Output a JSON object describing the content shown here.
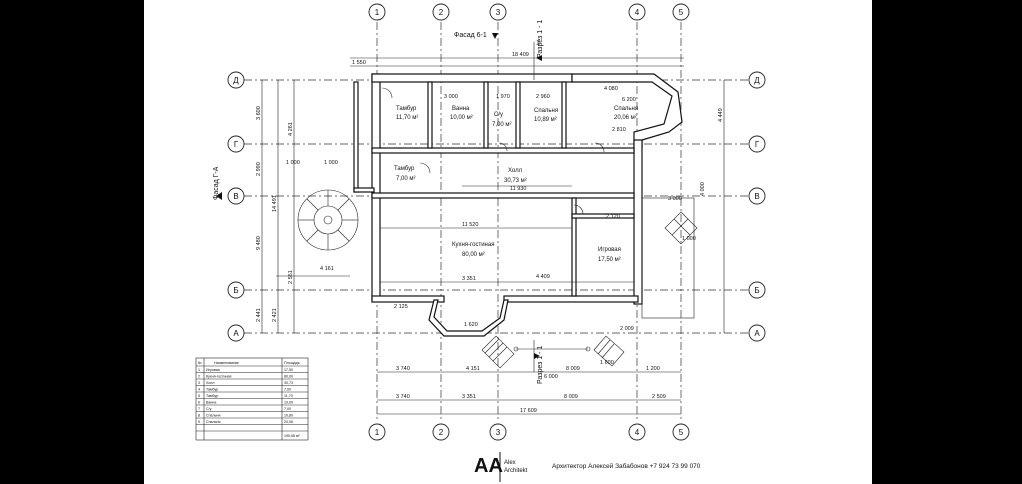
{
  "grid": {
    "columns": [
      "1",
      "2",
      "3",
      "4",
      "5"
    ],
    "rows": [
      "Д",
      "Г",
      "В",
      "Б",
      "А"
    ]
  },
  "labels": {
    "facade_top": "Фасад 6-1",
    "facade_left": "Фасад Г-А",
    "section_top": "Разрез 1 - 1",
    "section_bottom": "Разрез 1 - 1",
    "section_num": "1"
  },
  "rooms": [
    {
      "name": "Тамбур",
      "area": "11,70 м²"
    },
    {
      "name": "Ванна",
      "area": "10,00 м²"
    },
    {
      "name": "С/у",
      "area": "7,00 м²"
    },
    {
      "name": "Спальня",
      "area": "10,89 м²"
    },
    {
      "name": "Спальня",
      "area": "20,06 м²"
    },
    {
      "name": "Тамбур",
      "area": "7,00 м²"
    },
    {
      "name": "Холл",
      "area": "30,73 м²"
    },
    {
      "name": "Кухня-гостиная",
      "area": "80,00 м²"
    },
    {
      "name": "Игровая",
      "area": "17,50 м²"
    }
  ],
  "dims_top": [
    "1 550",
    "18 409",
    "3 000",
    "1 970",
    "2 960",
    "4 080",
    "6 200",
    "2 810"
  ],
  "dims_bottom": [
    "3 740",
    "4 151",
    "8 009",
    "1 200",
    "6 000",
    "3 740",
    "3 351",
    "8 009",
    "2 509",
    "17 609"
  ],
  "dims_left": [
    "3 600",
    "4 261",
    "2 990",
    "14 491",
    "9 480",
    "2 441",
    "2 421",
    "1 000",
    "1 000",
    "4 161",
    "2 551"
  ],
  "dims_inner": [
    "11 520",
    "11 930",
    "3 351",
    "4 409",
    "2 125",
    "1 620",
    "3 000",
    "2 120",
    "2 009",
    "1 600",
    "1 000",
    "4 449",
    "4 000"
  ],
  "legend": {
    "headers": [
      "№",
      "Наименование",
      "Площадь"
    ],
    "rows": [
      [
        "1",
        "Игровая",
        "17,50"
      ],
      [
        "2",
        "Кухня-гостиная",
        "80,00"
      ],
      [
        "3",
        "Холл",
        "30,73"
      ],
      [
        "4",
        "Тамбур",
        "7,00"
      ],
      [
        "5",
        "Тамбур",
        "11,70"
      ],
      [
        "6",
        "Ванна",
        "10,00"
      ],
      [
        "7",
        "С/у",
        "7,00"
      ],
      [
        "8",
        "Спальня",
        "10,89"
      ],
      [
        "9",
        "Спальня",
        "20,06"
      ]
    ],
    "total": "195,58 м²"
  },
  "logo": {
    "mark": "AA",
    "line1": "Alex",
    "line2": "Architekt"
  },
  "footer": "Архитектор Алексей Забабонов +7 924 73 99 070"
}
